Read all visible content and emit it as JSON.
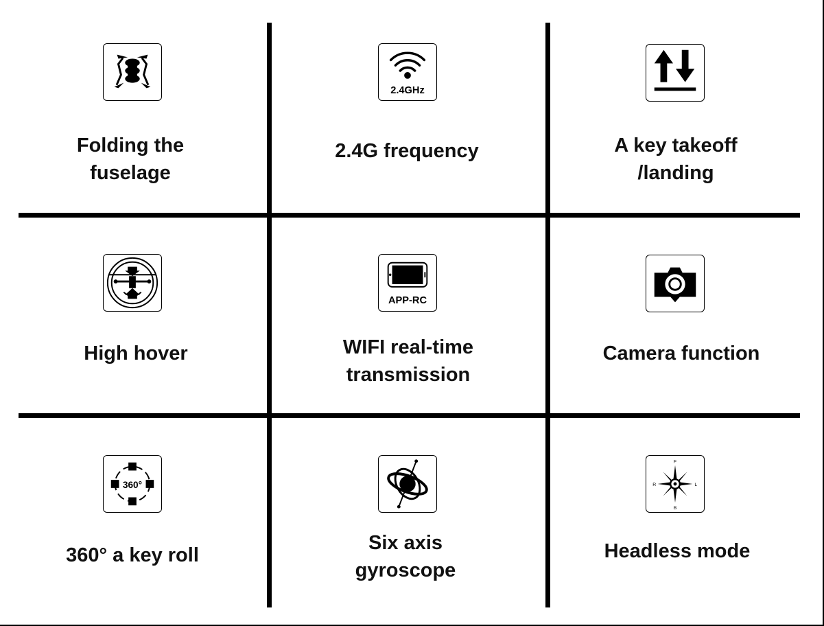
{
  "features": [
    {
      "label": "Folding the\nfuselage",
      "icon": "folding-drone-icon",
      "icon_text": ""
    },
    {
      "label": "2.4G frequency",
      "icon": "wifi-icon",
      "icon_text": "2.4GHz"
    },
    {
      "label": "A key takeoff\n/landing",
      "icon": "up-down-arrows-icon",
      "icon_text": ""
    },
    {
      "label": "High hover",
      "icon": "hover-icon",
      "icon_text": ""
    },
    {
      "label": "WIFI real-time\ntransmission",
      "icon": "phone-icon",
      "icon_text": "APP-RC"
    },
    {
      "label": "Camera function",
      "icon": "camera-icon",
      "icon_text": ""
    },
    {
      "label": "360° a key roll",
      "icon": "rotate-360-icon",
      "icon_text": "360°"
    },
    {
      "label": "Six axis\ngyroscope",
      "icon": "gyroscope-icon",
      "icon_text": ""
    },
    {
      "label": "Headless mode",
      "icon": "compass-icon",
      "icon_text": "",
      "compass": {
        "top": "F",
        "right": "L",
        "bottom": "B",
        "left": "R"
      }
    }
  ]
}
